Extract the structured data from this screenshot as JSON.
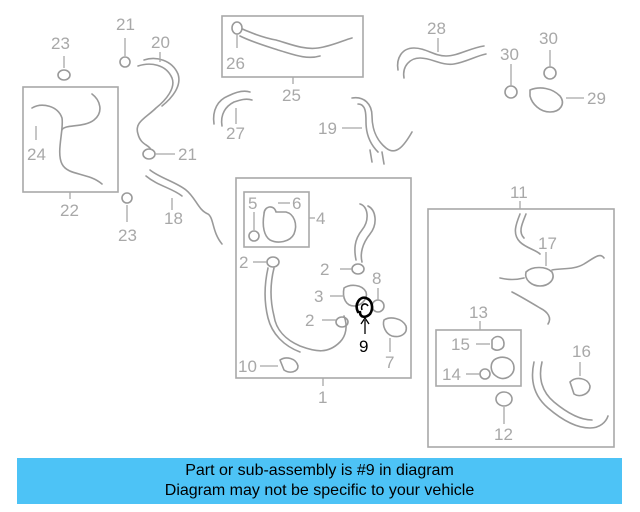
{
  "diagram": {
    "callouts": [
      {
        "id": "c23a",
        "text": "23"
      },
      {
        "id": "c21a",
        "text": "21"
      },
      {
        "id": "c20",
        "text": "20"
      },
      {
        "id": "c24",
        "text": "24"
      },
      {
        "id": "c22",
        "text": "22"
      },
      {
        "id": "c21b",
        "text": "21"
      },
      {
        "id": "c18",
        "text": "18"
      },
      {
        "id": "c23b",
        "text": "23"
      },
      {
        "id": "c26",
        "text": "26"
      },
      {
        "id": "c25",
        "text": "25"
      },
      {
        "id": "c27",
        "text": "27"
      },
      {
        "id": "c28",
        "text": "28"
      },
      {
        "id": "c19",
        "text": "19"
      },
      {
        "id": "c30a",
        "text": "30"
      },
      {
        "id": "c30b",
        "text": "30"
      },
      {
        "id": "c29",
        "text": "29"
      },
      {
        "id": "c5",
        "text": "5"
      },
      {
        "id": "c6",
        "text": "6"
      },
      {
        "id": "c4",
        "text": "4"
      },
      {
        "id": "c2a",
        "text": "2"
      },
      {
        "id": "c2b",
        "text": "2"
      },
      {
        "id": "c8",
        "text": "8"
      },
      {
        "id": "c3",
        "text": "3"
      },
      {
        "id": "c2c",
        "text": "2"
      },
      {
        "id": "c9",
        "text": "9",
        "highlight": true
      },
      {
        "id": "c7",
        "text": "7"
      },
      {
        "id": "c10",
        "text": "10"
      },
      {
        "id": "c1",
        "text": "1"
      },
      {
        "id": "c11",
        "text": "11"
      },
      {
        "id": "c17",
        "text": "17"
      },
      {
        "id": "c13",
        "text": "13"
      },
      {
        "id": "c15",
        "text": "15"
      },
      {
        "id": "c14",
        "text": "14"
      },
      {
        "id": "c16",
        "text": "16"
      },
      {
        "id": "c12",
        "text": "12"
      }
    ]
  },
  "banner": {
    "line1": "Part or sub-assembly is #9 in diagram",
    "line2": "Diagram may not be specific to your vehicle",
    "color": "#4dc3f6"
  },
  "highlight_part": "9"
}
